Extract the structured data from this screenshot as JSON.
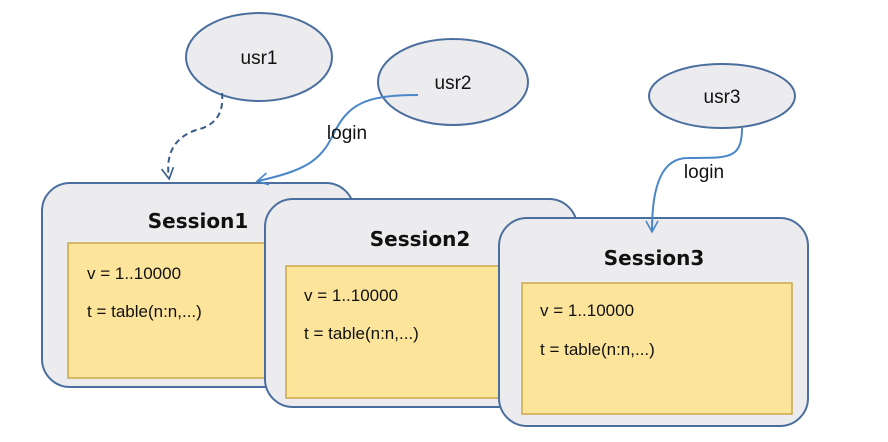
{
  "colors": {
    "node_fill": "#ececef",
    "node_stroke": "#4a6f9e",
    "code_fill": "#fde49b",
    "code_stroke": "#c9a64a",
    "edge": "#4a86c8",
    "dashed_edge": "#3a5c88"
  },
  "users": [
    {
      "label": "usr1"
    },
    {
      "label": "usr2"
    },
    {
      "label": "usr3"
    }
  ],
  "edges": [
    {
      "from": "usr1",
      "to": "Session1",
      "label": "",
      "style": "dashed"
    },
    {
      "from": "usr2",
      "to": "Session1",
      "label": "login",
      "style": "solid"
    },
    {
      "from": "usr3",
      "to": "Session3",
      "label": "login",
      "style": "solid"
    }
  ],
  "sessions": [
    {
      "title": "Session1",
      "lines": [
        "v = 1..10000",
        "t = table(n:n,...)"
      ]
    },
    {
      "title": "Session2",
      "lines": [
        "v = 1..10000",
        "t = table(n:n,...)"
      ]
    },
    {
      "title": "Session3",
      "lines": [
        "v = 1..10000",
        "t = table(n:n,...)"
      ]
    }
  ]
}
